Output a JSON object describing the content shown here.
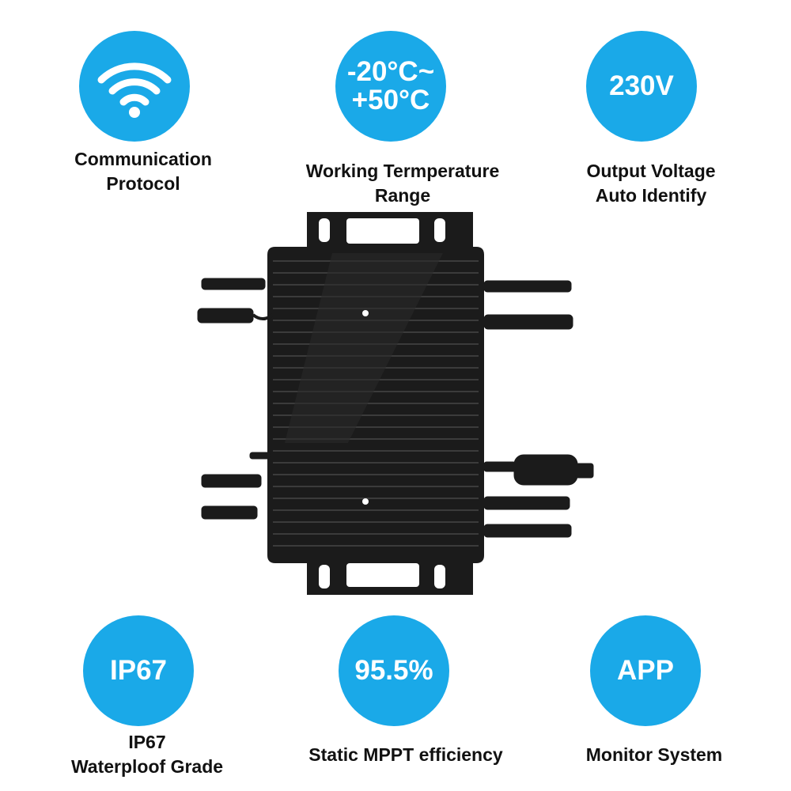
{
  "colors": {
    "accent": "#1aa9e8",
    "text": "#111111",
    "device": "#1b1b1b"
  },
  "features": [
    {
      "icon": "wifi-icon",
      "badge": "",
      "caption": "Communication\nProtocol"
    },
    {
      "icon": "",
      "badge": "-20°C~\n+50°C",
      "caption": "Working Termperature\nRange"
    },
    {
      "icon": "",
      "badge": "230V",
      "caption": "Output Voltage\nAuto Identify"
    },
    {
      "icon": "",
      "badge": "IP67",
      "caption": "IP67\nWaterploof Grade"
    },
    {
      "icon": "",
      "badge": "95.5%",
      "caption": "Static MPPT efficiency"
    },
    {
      "icon": "",
      "badge": "APP",
      "caption": "Monitor System"
    }
  ]
}
